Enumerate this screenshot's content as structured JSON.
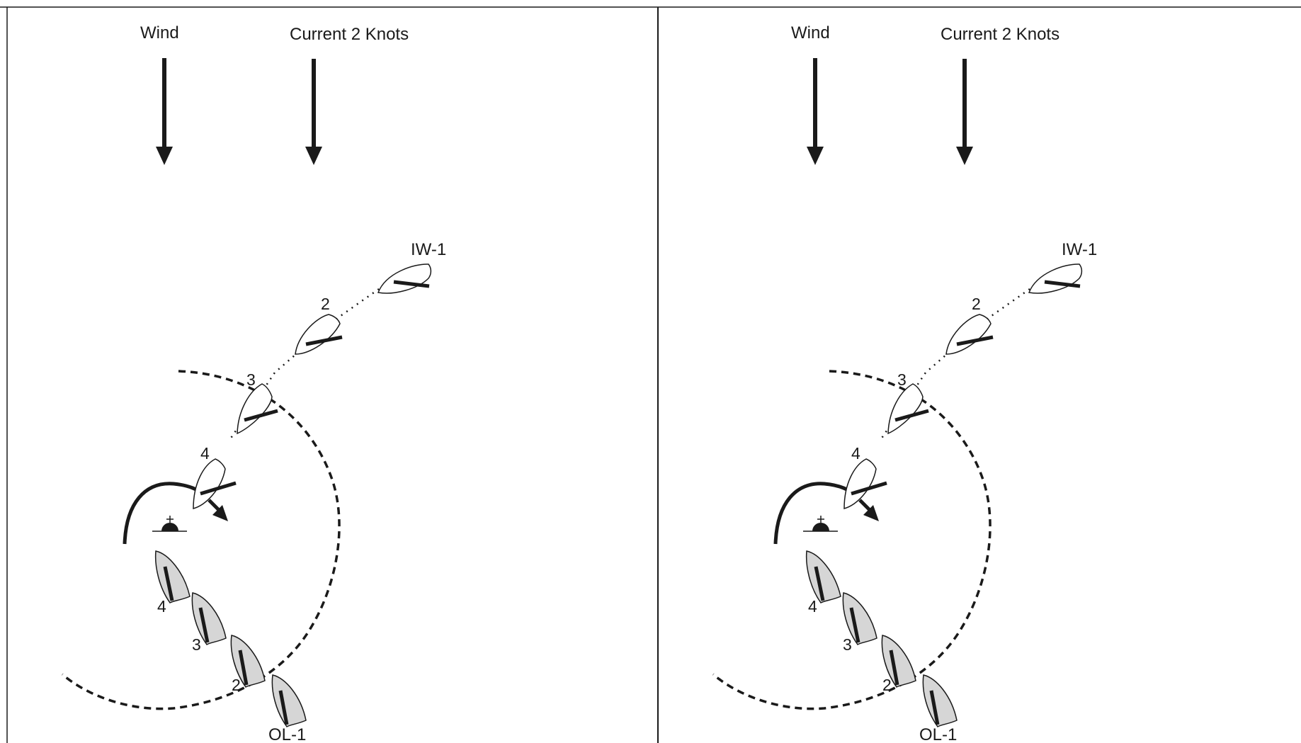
{
  "labels": {
    "wind": "Wind",
    "current": "Current 2 Knots",
    "iw_boat": "IW-1",
    "ol_boat": "OL-1",
    "pos2": "2",
    "pos3": "3",
    "pos4": "4"
  },
  "colors": {
    "line": "#1a1a1a",
    "ol_fill": "#d6d6d6",
    "iw_fill": "#ffffff"
  }
}
